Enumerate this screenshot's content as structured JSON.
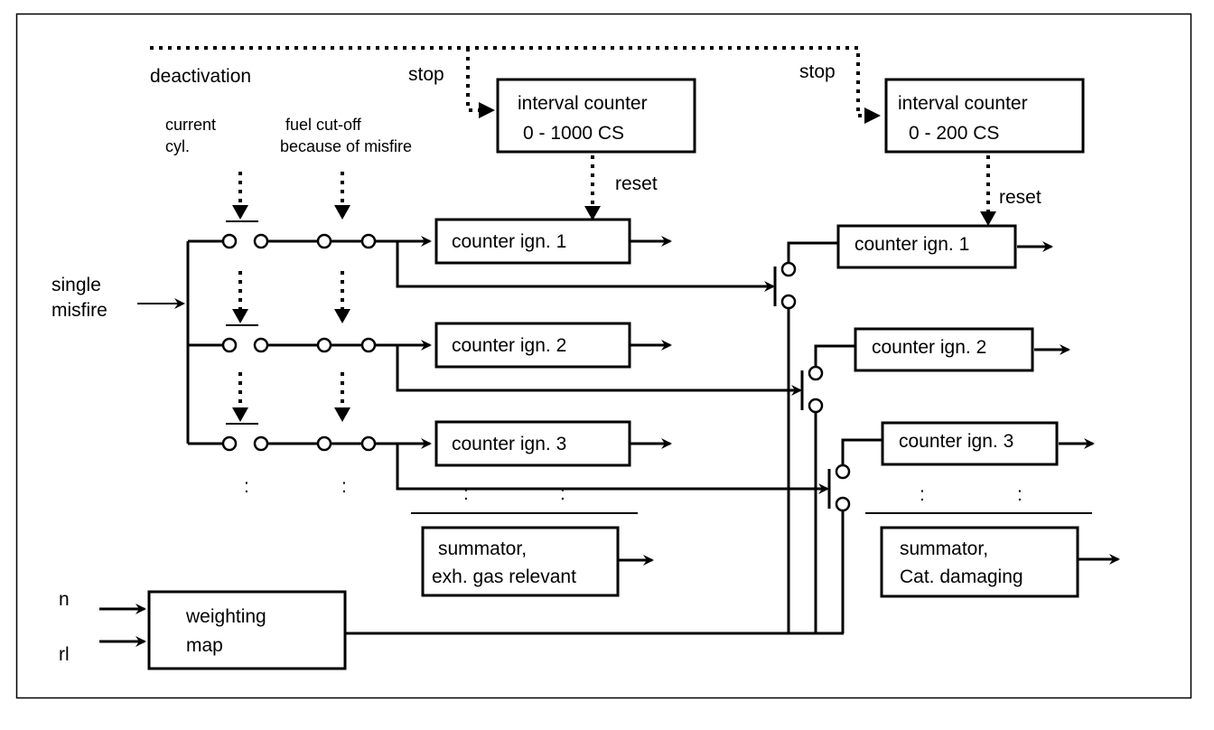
{
  "diagram": {
    "labels": {
      "deactivation": "deactivation",
      "stop_1": "stop",
      "stop_2": "stop",
      "current_cyl_1": "current",
      "current_cyl_2": "cyl.",
      "fuel_cutoff_1": "fuel cut-off",
      "fuel_cutoff_2": "because of misfire",
      "reset_1": "reset",
      "reset_2": "reset",
      "single_misfire_1": "single",
      "single_misfire_2": "misfire",
      "input_n": "n",
      "input_rl": "rl",
      "ellipsis": ":"
    },
    "interval_counters": [
      {
        "line1": "interval counter",
        "line2": "0 - 1000 CS"
      },
      {
        "line1": "interval counter",
        "line2": "0 - 200 CS"
      }
    ],
    "left_counters": [
      {
        "label": "counter ign. 1"
      },
      {
        "label": "counter ign. 2"
      },
      {
        "label": "counter ign. 3"
      }
    ],
    "right_counters": [
      {
        "label": "counter ign. 1"
      },
      {
        "label": "counter ign. 2"
      },
      {
        "label": "counter ign. 3"
      }
    ],
    "summators": [
      {
        "line1": "summator,",
        "line2": "exh. gas relevant"
      },
      {
        "line1": "summator,",
        "line2": "Cat. damaging"
      }
    ],
    "weighting_map": {
      "line1": "weighting",
      "line2": "map"
    }
  }
}
